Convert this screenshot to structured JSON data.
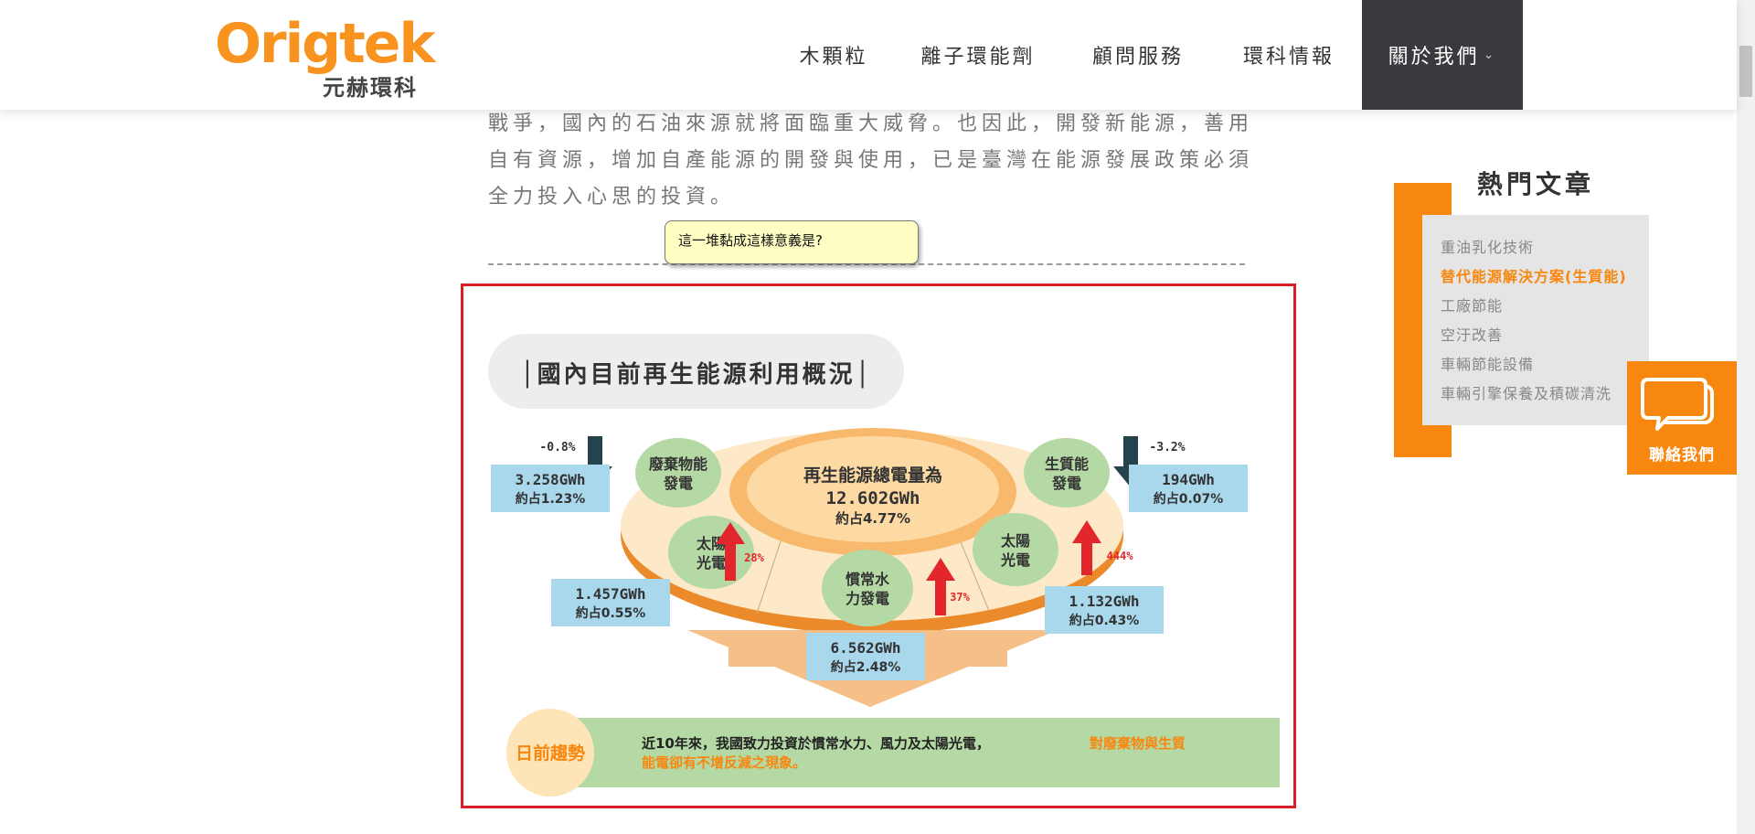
{
  "logo": {
    "wordmark": "Origtek",
    "subtitle": "元赫環科"
  },
  "nav": [
    {
      "label": "木顆粒"
    },
    {
      "label": "離子環能劑"
    },
    {
      "label": "顧問服務"
    },
    {
      "label": "環科情報"
    },
    {
      "label": "關於我們",
      "chevron": "⌄"
    }
  ],
  "article": {
    "lines": [
      "戰爭，國內的石油來源就將面臨重大威脅。也因此，開發新能源，善用",
      "自有資源，增加自產能源的開發與使用，已是臺灣在能源發展政策必須",
      "全力投入心思的投資。"
    ]
  },
  "tooltip": {
    "text": "這一堆黏成這樣意義是?"
  },
  "figure": {
    "title": "│國內目前再生能源利用概況│",
    "center": {
      "line1": "再生能源總電量為",
      "line2": "12.602GWh",
      "line3": "約占4.77%"
    },
    "sources": [
      {
        "name1": "廢棄物能",
        "name2": "發電",
        "value": "3.258GWh",
        "share": "約占1.23%",
        "change": "-0.8%"
      },
      {
        "name1": "太陽",
        "name2": "光電",
        "value": "1.457GWh",
        "share": "約占0.55%",
        "change": "28%"
      },
      {
        "name1": "慣常水",
        "name2": "力發電",
        "value": "6.562GWh",
        "share": "約占2.48%",
        "change": "37%"
      },
      {
        "name1": "太陽",
        "name2": "光電",
        "value": "1.132GWh",
        "share": "約占0.43%",
        "change": "444%"
      },
      {
        "name1": "生質能",
        "name2": "發電",
        "value": "194GWh",
        "share": "約占0.07%",
        "change": "-3.2%"
      }
    ],
    "trend": {
      "label": "日前趨勢",
      "text_dark": "近10年來，我國致力投資於慣常水力、風力及太陽光電，",
      "text_orange1": "對廢棄物與生質",
      "text_orange2": "能電卻有不增反減之現象。"
    }
  },
  "sidebar": {
    "title": "熱門文章",
    "items": [
      {
        "label": "重油乳化技術"
      },
      {
        "label": "替代能源解決方案(生質能)"
      },
      {
        "label": "工廠節能"
      },
      {
        "label": "空汙改善"
      },
      {
        "label": "車輛節能設備"
      },
      {
        "label": "車輛引擎保養及積碳清洗"
      }
    ]
  },
  "contact": {
    "label": "聯絡我們"
  },
  "colors": {
    "brand_orange": "#f7870f",
    "nav_active_bg": "#3a3a3e",
    "frame_red": "#d92027",
    "green": "#b5d9a5",
    "blue_box": "#a9d8ec",
    "red_arrow": "#e2262b",
    "dark_arrow": "#24434d"
  }
}
